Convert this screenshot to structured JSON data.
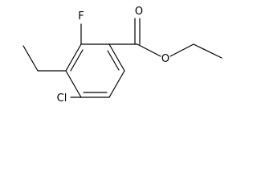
{
  "structure": {
    "atoms": {
      "fluorine": "F",
      "carbonyl_oxygen": "O",
      "ester_oxygen": "O",
      "chlorine": "Cl"
    }
  },
  "colors": {
    "bond": "#000000",
    "label": "#000000",
    "background": "#ffffff"
  }
}
